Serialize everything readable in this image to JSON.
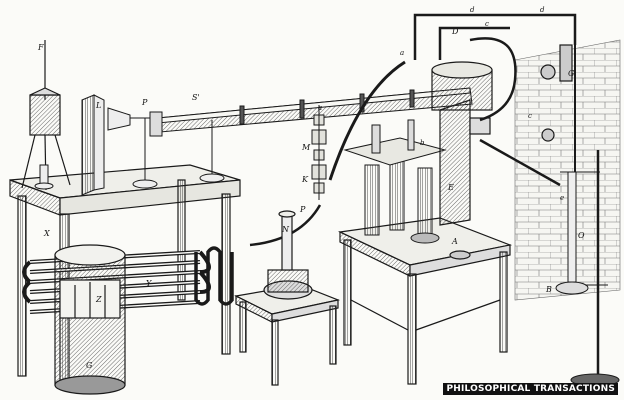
{
  "colors": {
    "ink": "#1a1a1a",
    "paper": "#fbfbf8",
    "hatch": "#555555",
    "credit_bg": "#111111",
    "credit_fg": "#ffffff"
  },
  "credit": "PHILOSOPHICAL TRANSACTIONS",
  "labels": {
    "rod_top": "F",
    "screen": "L",
    "lamp": "P",
    "tube_end": "S'",
    "stand_n": "N",
    "stand_p": "P",
    "stack_m": "M",
    "stack_k": "K",
    "coil_left": "X",
    "coil_right": "Y",
    "press": "A",
    "jar": "D",
    "bracket": "E",
    "pipe_a": "a",
    "pipe_c": "c",
    "pipe_d": "d",
    "valve_g": "G",
    "flask_b": "B",
    "column_o": "O",
    "cylinder_g": "G",
    "cylinder_z": "Z",
    "clamp_a": "a",
    "clamp_b": "b",
    "clamp_c": "c",
    "clamp_d": "d",
    "wall_e": "e"
  }
}
